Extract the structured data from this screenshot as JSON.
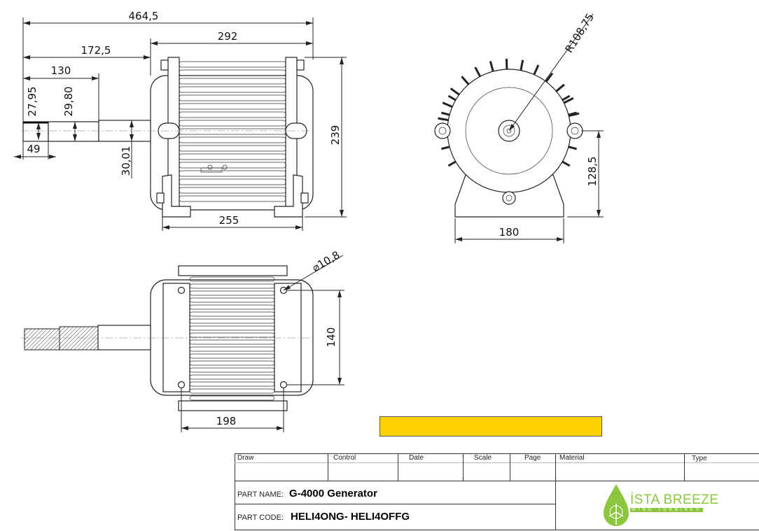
{
  "drawing": {
    "dimensions": {
      "overall_length": "464,5",
      "body_length": "292",
      "shaft_to_body": "172,5",
      "shaft_length": "130",
      "shaft_dia_1": "27,95",
      "shaft_dia_2": "29,80",
      "key_length": "49",
      "shaft_dia_3": "30,01",
      "height": "239",
      "foot_width": "255",
      "radius": "R108,75",
      "center_height": "128,5",
      "base_width": "180",
      "hole_dia": "⌀10,8",
      "hole_spacing_v": "140",
      "hole_spacing_h": "198"
    }
  },
  "highlight_bar_color": "#FFD000",
  "title_block": {
    "headers": [
      "Draw",
      "Control",
      "Date",
      "Scale",
      "Page",
      "Material",
      "Type"
    ],
    "part_name_label": "PART NAME:",
    "part_name": "G-4000 Generator",
    "part_code_label": "PART CODE:",
    "part_code": "HELI4ONG- HELI4OFFG",
    "logo": {
      "name": "İSTA BREEZE",
      "tagline": "WIND TURBINES",
      "color": "#8CC63F"
    }
  }
}
